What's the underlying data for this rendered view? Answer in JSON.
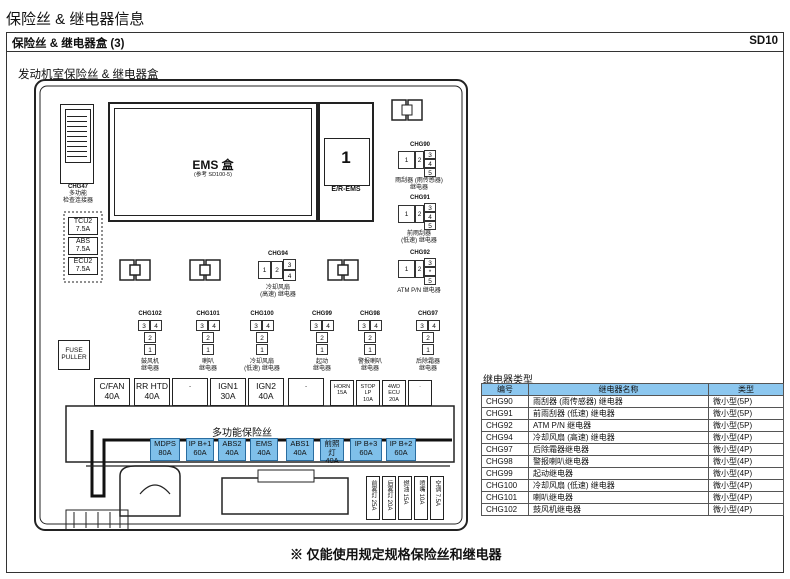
{
  "page_title": "保险丝 & 继电器信息",
  "section": {
    "title": "保险丝 & 继电器盒 (3)",
    "code": "SD10"
  },
  "subtitle": "发动机室保险丝 & 继电器盒",
  "connector_chg47": [
    "CHG47",
    "多功能",
    "检查连接器"
  ],
  "small_fuses": [
    {
      "name": "TCU2",
      "amp": "7.5A"
    },
    {
      "name": "ABS",
      "amp": "7.5A"
    },
    {
      "name": "ECU2",
      "amp": "7.5A"
    }
  ],
  "ems_box": {
    "label": "EMS 盒",
    "ref": "(参考 SD100-5)"
  },
  "er_ems": {
    "number": "1",
    "label": "E/R-EMS"
  },
  "right_relays": [
    {
      "code": "CHG90",
      "name": [
        "雨刮器 (雨传感器)",
        "继电器"
      ]
    },
    {
      "code": "CHG91",
      "name": [
        "前雨刮器",
        "(低速) 继电器"
      ]
    },
    {
      "code": "CHG92",
      "name": [
        "ATM P/N 继电器"
      ]
    }
  ],
  "chg94": {
    "code": "CHG94",
    "name": [
      "冷却风扇",
      "(高速) 继电器"
    ]
  },
  "relay_row": [
    {
      "code": "CHG102",
      "name": [
        "鼓风机",
        "继电器"
      ]
    },
    {
      "code": "CHG101",
      "name": [
        "喇叭",
        "继电器"
      ]
    },
    {
      "code": "CHG100",
      "name": [
        "冷却风扇",
        "(低速) 继电器"
      ]
    },
    {
      "code": "CHG99",
      "name": [
        "起动",
        "继电器"
      ]
    },
    {
      "code": "CHG98",
      "name": [
        "警报喇叭",
        "继电器"
      ]
    },
    {
      "code": "CHG97",
      "name": [
        "后除霜器",
        "继电器"
      ]
    }
  ],
  "fuse_puller": "FUSE PULLER",
  "big_fuses": [
    {
      "name": "C/FAN",
      "amp": "40A"
    },
    {
      "name": "RR HTD",
      "amp": "40A"
    },
    {
      "name": "·",
      "amp": ""
    },
    {
      "name": "IGN1",
      "amp": "30A"
    },
    {
      "name": "IGN2",
      "amp": "40A"
    },
    {
      "name": "·",
      "amp": ""
    }
  ],
  "mini_fuses": [
    {
      "name": "HORN",
      "amp": "15A"
    },
    {
      "name": "STOP LP",
      "amp": "10A"
    },
    {
      "name": "4WD ECU",
      "amp": "20A"
    },
    {
      "name": "·",
      "amp": ""
    }
  ],
  "multi_fuse_label": "多功能保险丝",
  "multi_fuses": [
    {
      "name": "MDPS",
      "amp": "80A"
    },
    {
      "name": "IP B+1",
      "amp": "60A"
    },
    {
      "name": "ABS2",
      "amp": "40A"
    },
    {
      "name": "EMS",
      "amp": "40A"
    },
    {
      "name": "ABS1",
      "amp": "40A"
    },
    {
      "name": "前照灯",
      "amp": "40A"
    },
    {
      "name": "IP B+3",
      "amp": "60A"
    },
    {
      "name": "IP B+2",
      "amp": "60A"
    }
  ],
  "vertical_fuses": [
    {
      "name": "前雾灯",
      "amp": "25A"
    },
    {
      "name": "后雾灯",
      "amp": "20A"
    },
    {
      "name": "燃油",
      "amp": "15A"
    },
    {
      "name": "喷嘴",
      "amp": "10A"
    },
    {
      "name": "空调",
      "amp": "7.5A"
    }
  ],
  "relay_types": {
    "title": "继电器类型",
    "headers": [
      "编号",
      "继电器名称",
      "类型"
    ],
    "rows": [
      [
        "CHG90",
        "雨刮器 (雨传感器) 继电器",
        "微小型(5P)"
      ],
      [
        "CHG91",
        "前雨刮器 (低速) 继电器",
        "微小型(5P)"
      ],
      [
        "CHG92",
        "ATM P/N 继电器",
        "微小型(5P)"
      ],
      [
        "CHG94",
        "冷却风扇 (高速) 继电器",
        "微小型(4P)"
      ],
      [
        "CHG97",
        "后除霜器继电器",
        "微小型(4P)"
      ],
      [
        "CHG98",
        "警报喇叭继电器",
        "微小型(4P)"
      ],
      [
        "CHG99",
        "起动继电器",
        "微小型(4P)"
      ],
      [
        "CHG100",
        "冷却风扇 (低速) 继电器",
        "微小型(4P)"
      ],
      [
        "CHG101",
        "喇叭继电器",
        "微小型(4P)"
      ],
      [
        "CHG102",
        "鼓风机继电器",
        "微小型(4P)"
      ]
    ]
  },
  "footer_note": "※ 仅能使用规定规格保险丝和继电器",
  "colors": {
    "multi_fuse_fill": "#7fc0ea",
    "table_header": "#8cc7ef"
  }
}
